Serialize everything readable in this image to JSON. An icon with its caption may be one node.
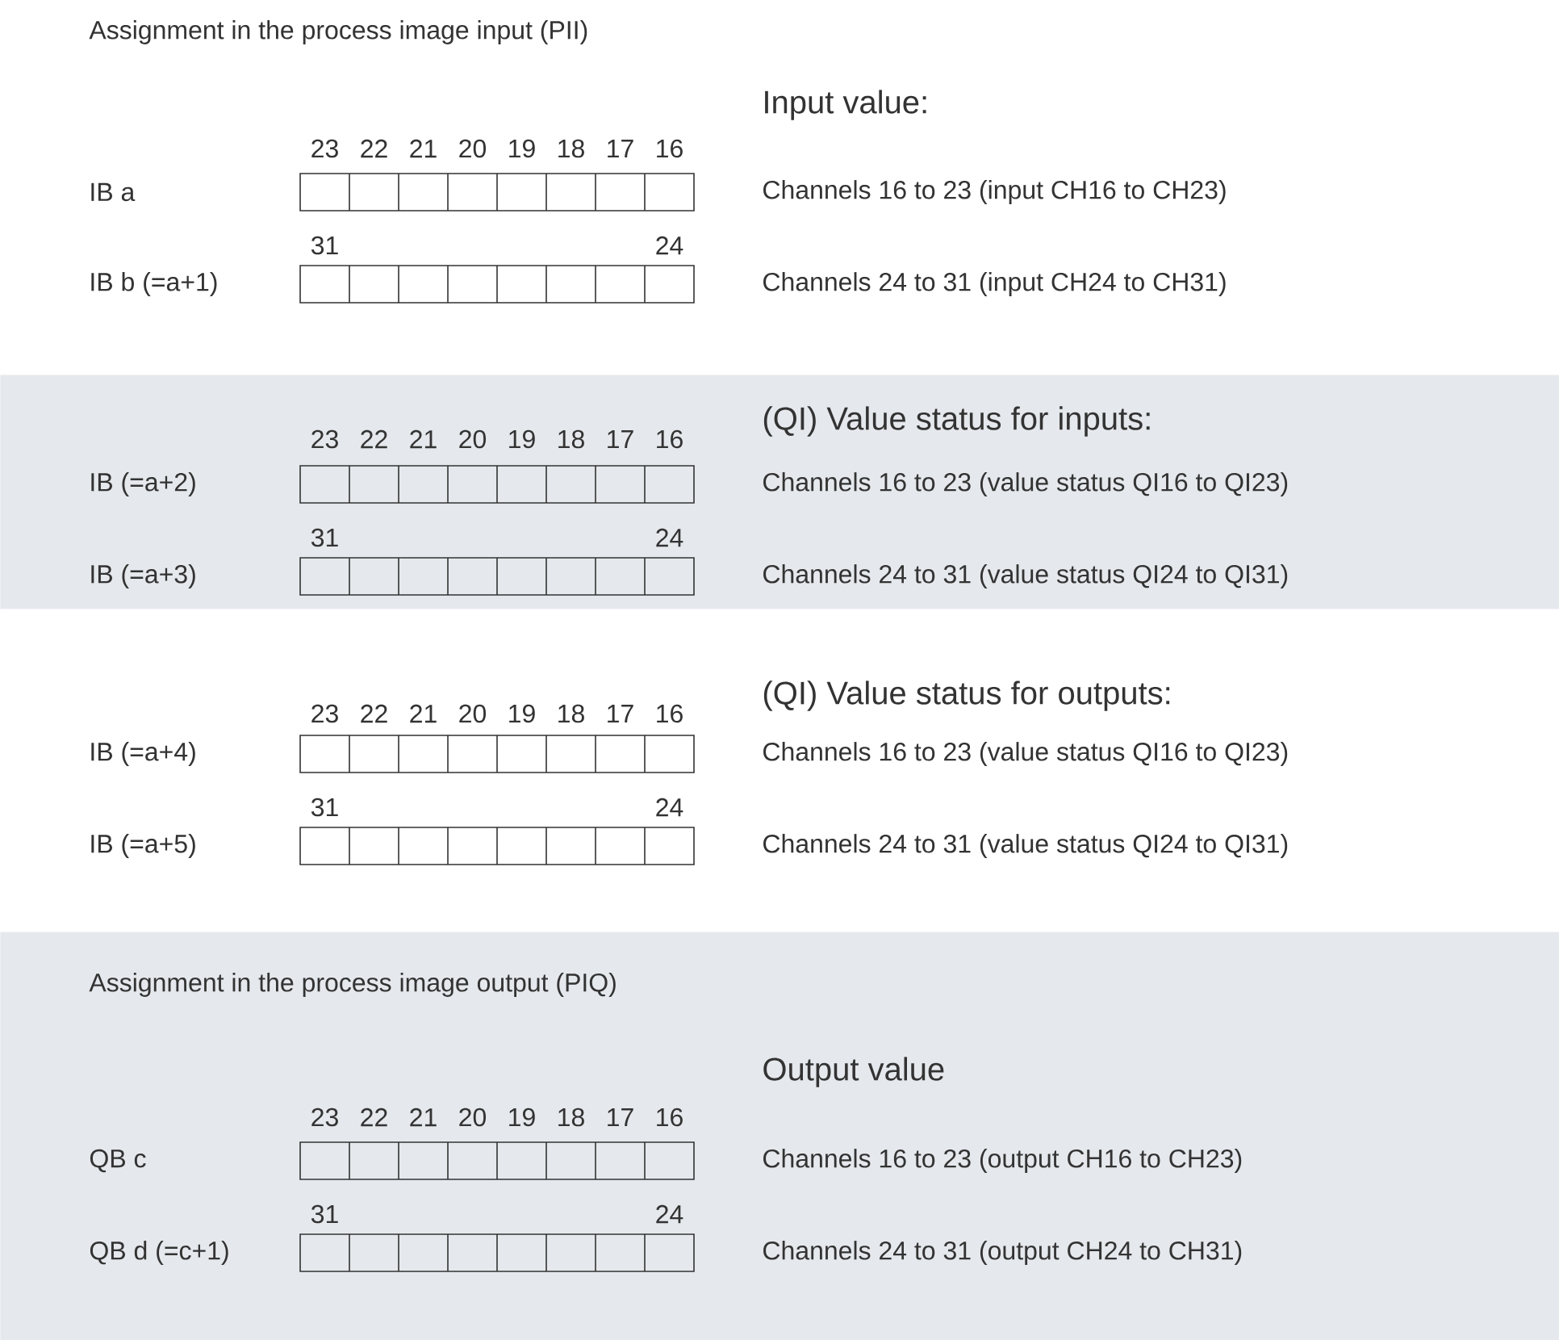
{
  "diagram": {
    "title": "Assignment in the process image input (PII)",
    "nodes": [
      {
        "text": [
          "(QI) Value status for inputs:"
        ]
      },
      {
        "text": [
          "Assignment in the process image output (PIQ)",
          "Output value"
        ]
      }
    ],
    "labels": [
      "Input value:",
      "23",
      "22",
      "21",
      "20",
      "19",
      "18",
      "17",
      "16",
      "IB a",
      "Channels 16 to 23 (input CH16 to CH23)",
      "31",
      "24",
      "IB b (=a+1)",
      "Channels 24 to 31 (input CH24 to CH31)",
      "23",
      "22",
      "21",
      "20",
      "19",
      "18",
      "17",
      "16",
      "IB (=a+2)",
      "Channels 16 to 23 (value status QI16 to QI23)",
      "31",
      "24",
      "IB (=a+3)",
      "Channels 24 to 31 (value status QI24 to QI31)",
      "(QI) Value status for outputs:",
      "23",
      "22",
      "21",
      "20",
      "19",
      "18",
      "17",
      "16",
      "IB (=a+4)",
      "Channels 16 to 23 (value status QI16 to QI23)",
      "31",
      "24",
      "IB (=a+5)",
      "Channels 24 to 31 (value status QI24 to QI31)",
      "23",
      "22",
      "21",
      "20",
      "19",
      "18",
      "17",
      "16",
      "QB c",
      "Channels 16 to 23 (output CH16 to CH23)",
      "31",
      "24",
      "QB d (=c+1)",
      "Channels 24 to 31 (output CH24 to CH31)"
    ]
  }
}
